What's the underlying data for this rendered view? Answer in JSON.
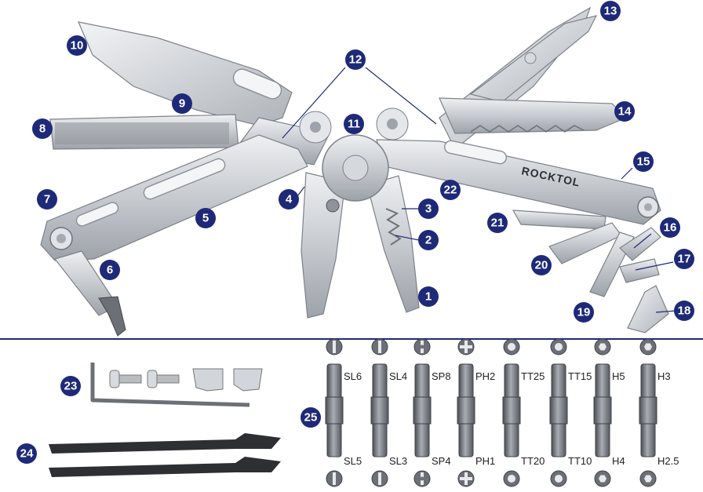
{
  "brand": "ROCKTOL",
  "callouts": [
    "1",
    "2",
    "3",
    "4",
    "5",
    "6",
    "7",
    "8",
    "9",
    "10",
    "11",
    "12",
    "13",
    "14",
    "15",
    "16",
    "17",
    "18",
    "19",
    "20",
    "21",
    "22",
    "23",
    "24",
    "25"
  ],
  "bits_top": [
    "SL6",
    "SL4",
    "SP8",
    "PH2",
    "TT25",
    "TT15",
    "H5",
    "H3"
  ],
  "bits_bottom": [
    "SL5",
    "SL3",
    "SP4",
    "PH1",
    "TT20",
    "TT10",
    "H4",
    "H2.5"
  ],
  "colors": {
    "badge": "#1e2a78",
    "divider": "#1e2a78",
    "steel": "#c9ccd1",
    "bit": "#6e7278"
  }
}
